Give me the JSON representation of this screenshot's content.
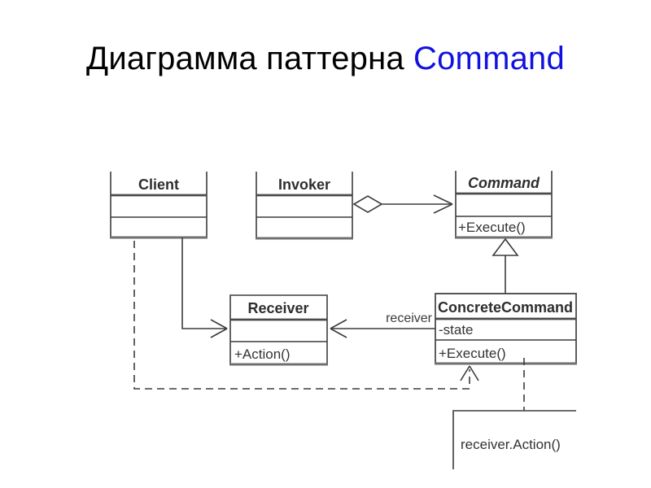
{
  "slide": {
    "title_prefix": "Диаграмма паттерна",
    "title_highlight": "Command"
  },
  "colors": {
    "highlight": "#1212E0",
    "diagram_line": "#3C3C3C",
    "diagram_line_thick": "#6F6F6F",
    "diagram_text": "#2E2E2E"
  },
  "diagram": {
    "classes": [
      {
        "name": "Client"
      },
      {
        "name": "Invoker"
      },
      {
        "name": "Command",
        "abstract": true,
        "method": "+Execute()"
      },
      {
        "name": "Receiver",
        "method": "+Action()"
      },
      {
        "name": "ConcreteCommand",
        "attribute": "-state",
        "method": "+Execute()"
      }
    ],
    "labels": {
      "association_role": "receiver"
    },
    "note": {
      "text": "receiver.Action()"
    }
  }
}
